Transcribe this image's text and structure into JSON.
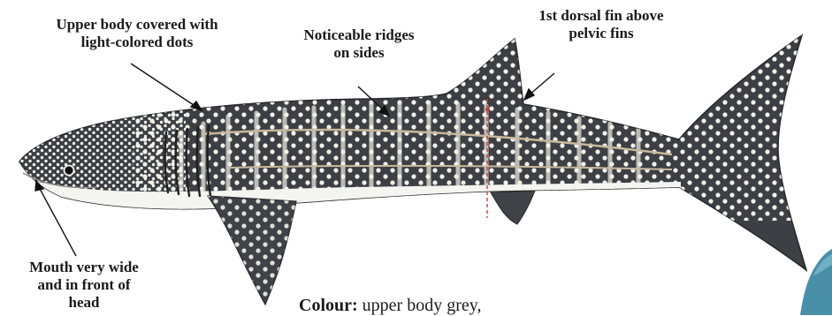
{
  "labels": {
    "upper_body": [
      "Upper body covered with",
      "light-colored dots"
    ],
    "ridges": [
      "Noticeable ridges",
      "on sides"
    ],
    "dorsal_fin": [
      "1st dorsal fin above",
      "pelvic fins"
    ],
    "mouth": [
      "Mouth very wide",
      "and in front of",
      "head"
    ]
  },
  "colour": {
    "heading": "Colour:",
    "text": "upper body grey,"
  },
  "colors": {
    "body_dark": "#3c3f44",
    "spots": "#f2f1ea",
    "belly": "#f4f4f0",
    "ridge": "#c9b89a",
    "accent_marker": "#d23a3a",
    "thumbnail": "#4a8fa8"
  },
  "icons": [
    "whale-shark-illustration",
    "arrow-icon",
    "shark-thumbnail-icon"
  ]
}
